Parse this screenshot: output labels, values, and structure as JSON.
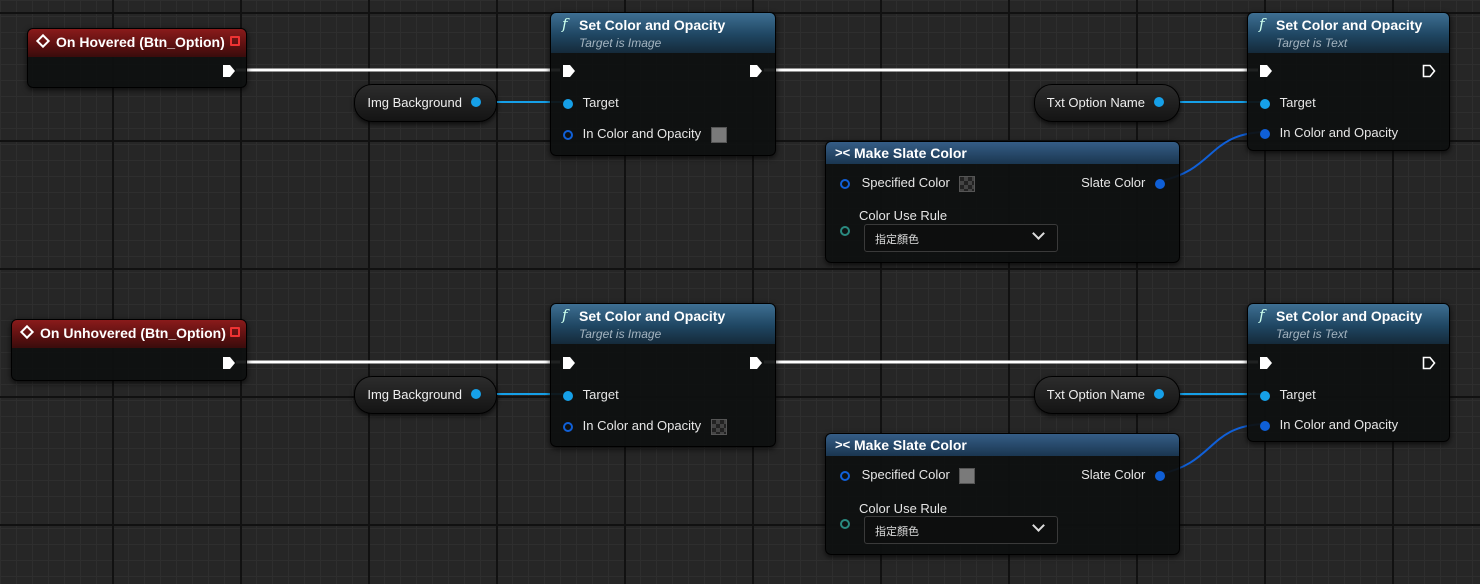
{
  "colors": {
    "exec_wire": "#ffffff",
    "object_wire": "#16a0e8",
    "struct_wire": "#1060d8",
    "event_header": "#8a1b1b",
    "function_header": "#1f4662"
  },
  "row1": {
    "event": {
      "title": "On Hovered (Btn_Option)"
    },
    "var_img": {
      "label": "Img Background"
    },
    "set_image": {
      "title": "Set Color and Opacity",
      "subtitle": "Target is Image",
      "pin_target": "Target",
      "pin_color": "In Color and Opacity",
      "swatch": "grey"
    },
    "var_txt": {
      "label": "Txt Option Name"
    },
    "slate": {
      "title": "Make Slate Color",
      "pin_specified": "Specified Color",
      "pin_out": "Slate Color",
      "pin_rule": "Color Use Rule",
      "rule_value": "指定顏色",
      "swatch": "checker"
    },
    "set_text": {
      "title": "Set Color and Opacity",
      "subtitle": "Target is Text",
      "pin_target": "Target",
      "pin_color": "In Color and Opacity"
    }
  },
  "row2": {
    "event": {
      "title": "On Unhovered (Btn_Option)"
    },
    "var_img": {
      "label": "Img Background"
    },
    "set_image": {
      "title": "Set Color and Opacity",
      "subtitle": "Target is Image",
      "pin_target": "Target",
      "pin_color": "In Color and Opacity",
      "swatch": "checker"
    },
    "var_txt": {
      "label": "Txt Option Name"
    },
    "slate": {
      "title": "Make Slate Color",
      "pin_specified": "Specified Color",
      "pin_out": "Slate Color",
      "pin_rule": "Color Use Rule",
      "rule_value": "指定顏色",
      "swatch": "grey"
    },
    "set_text": {
      "title": "Set Color and Opacity",
      "subtitle": "Target is Text",
      "pin_target": "Target",
      "pin_color": "In Color and Opacity"
    }
  }
}
